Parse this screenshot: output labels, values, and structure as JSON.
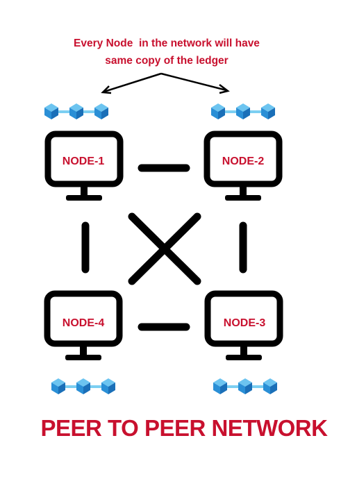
{
  "annotation": {
    "text": "Every Node  in the network will have\nsame copy of the ledger"
  },
  "nodes": [
    {
      "id": "node-1",
      "label": "NODE-1"
    },
    {
      "id": "node-2",
      "label": "NODE-2"
    },
    {
      "id": "node-3",
      "label": "NODE-3"
    },
    {
      "id": "node-4",
      "label": "NODE-4"
    }
  ],
  "title": "PEER TO PEER NETWORK",
  "colors": {
    "accent_red": "#c8102e",
    "outline": "#000000",
    "block_light": "#4fb3ea",
    "block_mid": "#2a8fd6",
    "block_dark": "#1a6fb8",
    "chain_link": "#7ccff2"
  },
  "icons": {
    "monitor": "monitor-icon",
    "blockchain": "blockchain-icon",
    "arrow": "arrow-icon"
  }
}
